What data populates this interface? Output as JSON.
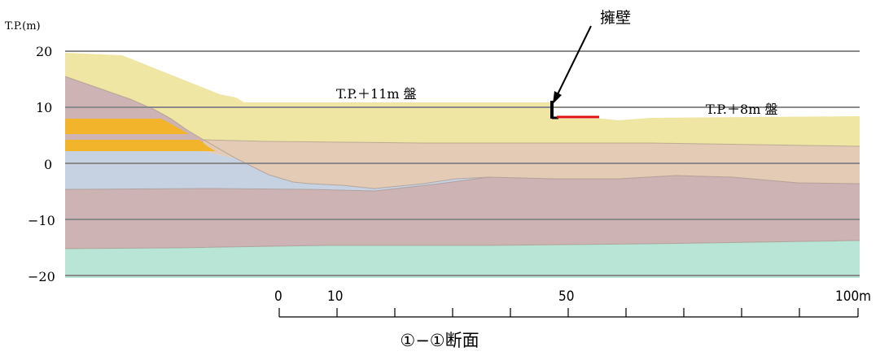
{
  "axis": {
    "unit_label": "T.P.(m)",
    "ticks": [
      "20",
      "10",
      "0",
      "−10",
      "−20"
    ]
  },
  "annotations": {
    "pad_11": "T.P.＋11m 盤",
    "pad_8": "T.P.＋8m 盤",
    "retaining_wall": "擁壁"
  },
  "scale_bar": {
    "labels": [
      "0",
      "10",
      "50",
      "100m"
    ]
  },
  "caption": "①−①断面",
  "colors": {
    "fill_top": "#f0e6a4",
    "clay_mauve": "#cdb3b4",
    "tan": "#e3cbb5",
    "blue_grey": "#c6d2e2",
    "orange": "#f2b42a",
    "green": "#b9e5d6",
    "retaining_wall": "#000000",
    "plan_line": "#e01010",
    "guide_line": "#8a8a8a"
  }
}
